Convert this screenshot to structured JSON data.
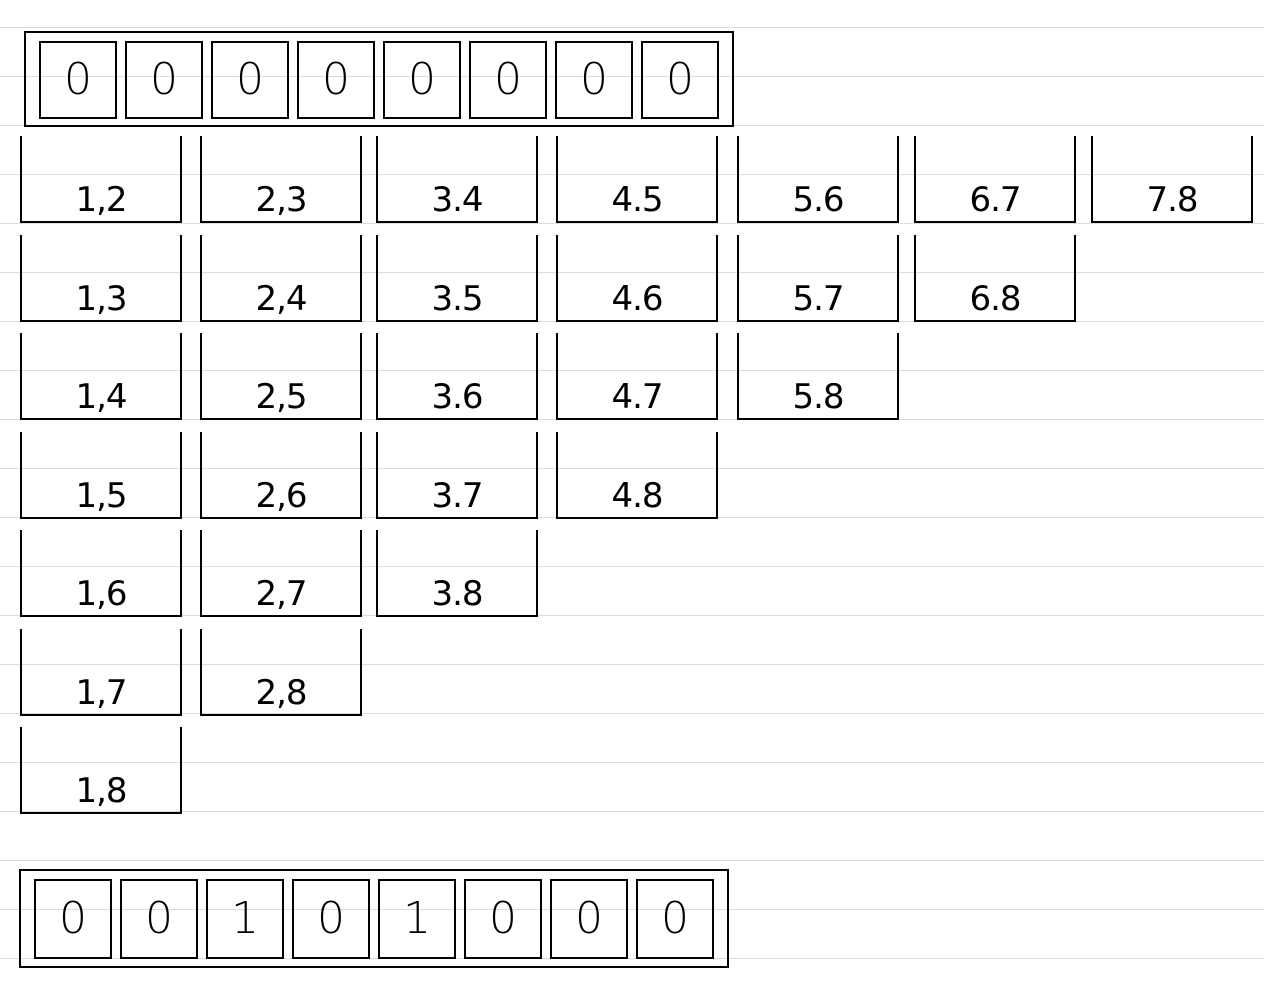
{
  "top_array": {
    "cells": [
      "0",
      "0",
      "0",
      "0",
      "0",
      "0",
      "0",
      "0"
    ]
  },
  "bucket_columns": [
    [
      "1,2",
      "1,3",
      "1,4",
      "1,5",
      "1,6",
      "1,7",
      "1,8"
    ],
    [
      "2,3",
      "2,4",
      "2,5",
      "2,6",
      "2,7",
      "2,8"
    ],
    [
      "3.4",
      "3.5",
      "3.6",
      "3.7",
      "3.8"
    ],
    [
      "4.5",
      "4.6",
      "4.7",
      "4.8"
    ],
    [
      "5.6",
      "5.7",
      "5.8"
    ],
    [
      "6.7",
      "6.8"
    ],
    [
      "7.8"
    ]
  ],
  "bottom_array": {
    "cells": [
      "0",
      "0",
      "1",
      "0",
      "1",
      "0",
      "0",
      "0"
    ]
  }
}
